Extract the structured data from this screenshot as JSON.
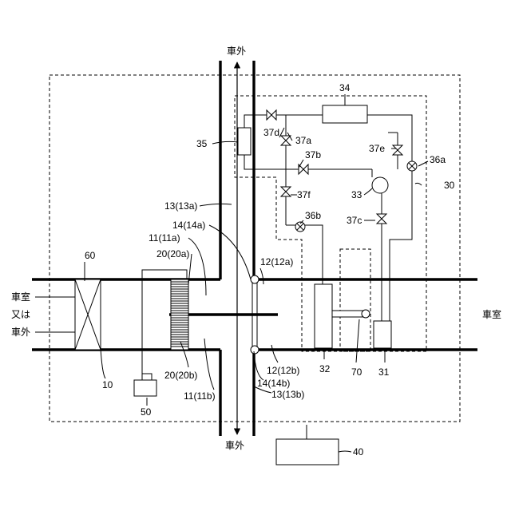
{
  "labels": {
    "outside_top": "車外",
    "outside_bottom": "車外",
    "cabin_right": "車室",
    "cabin_left_1": "車室",
    "cabin_left_2": "又は",
    "cabin_left_3": "車外",
    "n34": "34",
    "n35": "35",
    "n37d": "37d",
    "n37a": "37a",
    "n37b": "37b",
    "n37e": "37e",
    "n36a": "36a",
    "n30": "30",
    "n33": "33",
    "n37f": "37f",
    "n13a": "13(13a)",
    "n36b": "36b",
    "n37c": "37c",
    "n14a": "14(14a)",
    "n11a": "11(11a)",
    "n20a": "20(20a)",
    "n60": "60",
    "n12a": "12(12a)",
    "n12b": "12(12b)",
    "n32": "32",
    "n70": "70",
    "n31": "31",
    "n10": "10",
    "n20b": "20(20b)",
    "n14b": "14(14b)",
    "n11b": "11(11b)",
    "n13b": "13(13b)",
    "n50": "50",
    "n40": "40"
  }
}
